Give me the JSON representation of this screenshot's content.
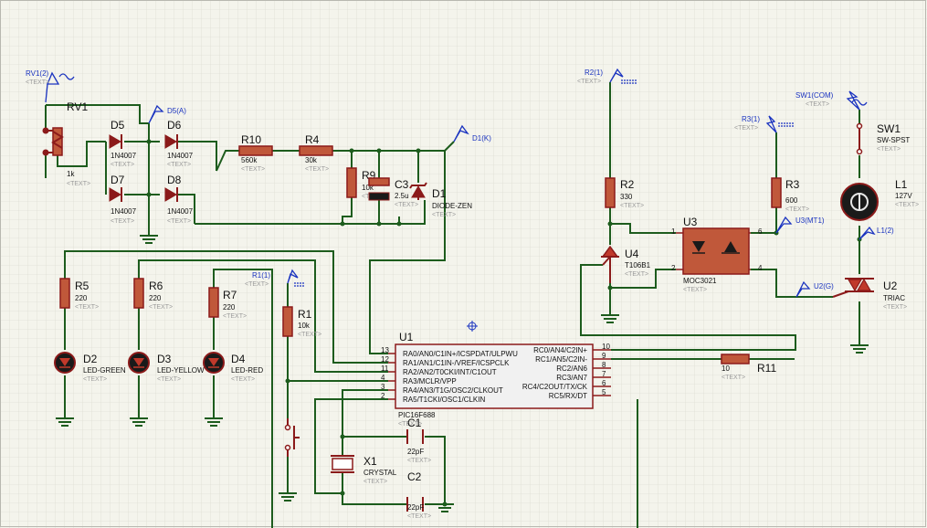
{
  "schematic": {
    "components": [
      {
        "ref": "RV1",
        "value": "1k",
        "text": "<TEXT>"
      },
      {
        "ref": "D5",
        "value": "1N4007",
        "text": "<TEXT>"
      },
      {
        "ref": "D6",
        "value": "1N4007",
        "text": "<TEXT>"
      },
      {
        "ref": "D7",
        "value": "1N4007",
        "text": "<TEXT>"
      },
      {
        "ref": "D8",
        "value": "1N4007",
        "text": "<TEXT>"
      },
      {
        "ref": "R10",
        "value": "560k",
        "text": "<TEXT>"
      },
      {
        "ref": "R4",
        "value": "30k",
        "text": "<TEXT>"
      },
      {
        "ref": "R9",
        "value": "10k",
        "text": "<TEXT>"
      },
      {
        "ref": "C3",
        "value": "2.5u",
        "text": "<TEXT>"
      },
      {
        "ref": "D1",
        "value": "DIODE-ZEN",
        "text": "<TEXT>"
      },
      {
        "ref": "R5",
        "value": "220",
        "text": "<TEXT>"
      },
      {
        "ref": "R6",
        "value": "220",
        "text": "<TEXT>"
      },
      {
        "ref": "R7",
        "value": "220",
        "text": "<TEXT>"
      },
      {
        "ref": "R1",
        "value": "10k",
        "text": "<TEXT>"
      },
      {
        "ref": "D2",
        "value": "LED-GREEN",
        "text": "<TEXT>"
      },
      {
        "ref": "D3",
        "value": "LED-YELLOW",
        "text": "<TEXT>"
      },
      {
        "ref": "D4",
        "value": "LED-RED",
        "text": "<TEXT>"
      },
      {
        "ref": "U1",
        "value": "PIC16F688",
        "text": "<TEXT>"
      },
      {
        "ref": "X1",
        "value": "CRYSTAL",
        "text": "<TEXT>"
      },
      {
        "ref": "C1",
        "value": "22pF",
        "text": "<TEXT>"
      },
      {
        "ref": "C2",
        "value": "22pF",
        "text": "<TEXT>"
      },
      {
        "ref": "R2",
        "value": "330",
        "text": "<TEXT>"
      },
      {
        "ref": "R3",
        "value": "600",
        "text": "<TEXT>"
      },
      {
        "ref": "U4",
        "value": "T106B1",
        "text": "<TEXT>"
      },
      {
        "ref": "U3",
        "value": "MOC3021",
        "text": "<TEXT>"
      },
      {
        "ref": "R11",
        "value": "10",
        "text": "<TEXT>"
      },
      {
        "ref": "SW1",
        "value": "SW-SPST",
        "text": "<TEXT>"
      },
      {
        "ref": "L1",
        "value": "127V",
        "text": "<TEXT>"
      },
      {
        "ref": "U2",
        "value": "TRIAC",
        "text": "<TEXT>"
      }
    ],
    "probes": [
      {
        "label": "RV1(2)",
        "text": "<TEXT>"
      },
      {
        "label": "D5(A)"
      },
      {
        "label": "D1(K)"
      },
      {
        "label": "R1(1)",
        "text": "<TEXT>"
      },
      {
        "label": "R2(1)",
        "text": "<TEXT>"
      },
      {
        "label": "R3(1)",
        "text": "<TEXT>"
      },
      {
        "label": "SW1(COM)",
        "text": "<TEXT>"
      },
      {
        "label": "U3(MT1)"
      },
      {
        "label": "L1(2)"
      },
      {
        "label": "U2(G)"
      }
    ],
    "mcu": {
      "left_pins": [
        {
          "num": "13",
          "name": "RA0/AN0/C1IN+/ICSPDAT/ULPWU"
        },
        {
          "num": "12",
          "name": "RA1/AN1/C1IN-/VREF/ICSPCLK"
        },
        {
          "num": "11",
          "name": "RA2/AN2/T0CKI/INT/C1OUT"
        },
        {
          "num": "4",
          "name": "RA3/MCLR/VPP"
        },
        {
          "num": "3",
          "name": "RA4/AN3/T1G/OSC2/CLKOUT"
        },
        {
          "num": "2",
          "name": "RA5/T1CKI/OSC1/CLKIN"
        }
      ],
      "right_pins": [
        {
          "num": "10",
          "name": "RC0/AN4/C2IN+"
        },
        {
          "num": "9",
          "name": "RC1/AN5/C2IN-"
        },
        {
          "num": "8",
          "name": "RC2/AN6"
        },
        {
          "num": "7",
          "name": "RC3/AN7"
        },
        {
          "num": "6",
          "name": "RC4/C2OUT/TX/CK"
        },
        {
          "num": "5",
          "name": "RC5/RX/DT"
        }
      ]
    },
    "opto_pins": [
      "1",
      "2",
      "6",
      "4"
    ],
    "colors": {
      "wire": "#1d5c1d",
      "component": "#8b1a1a",
      "probe": "#1a33c0",
      "background": "#f4f4ec"
    }
  }
}
